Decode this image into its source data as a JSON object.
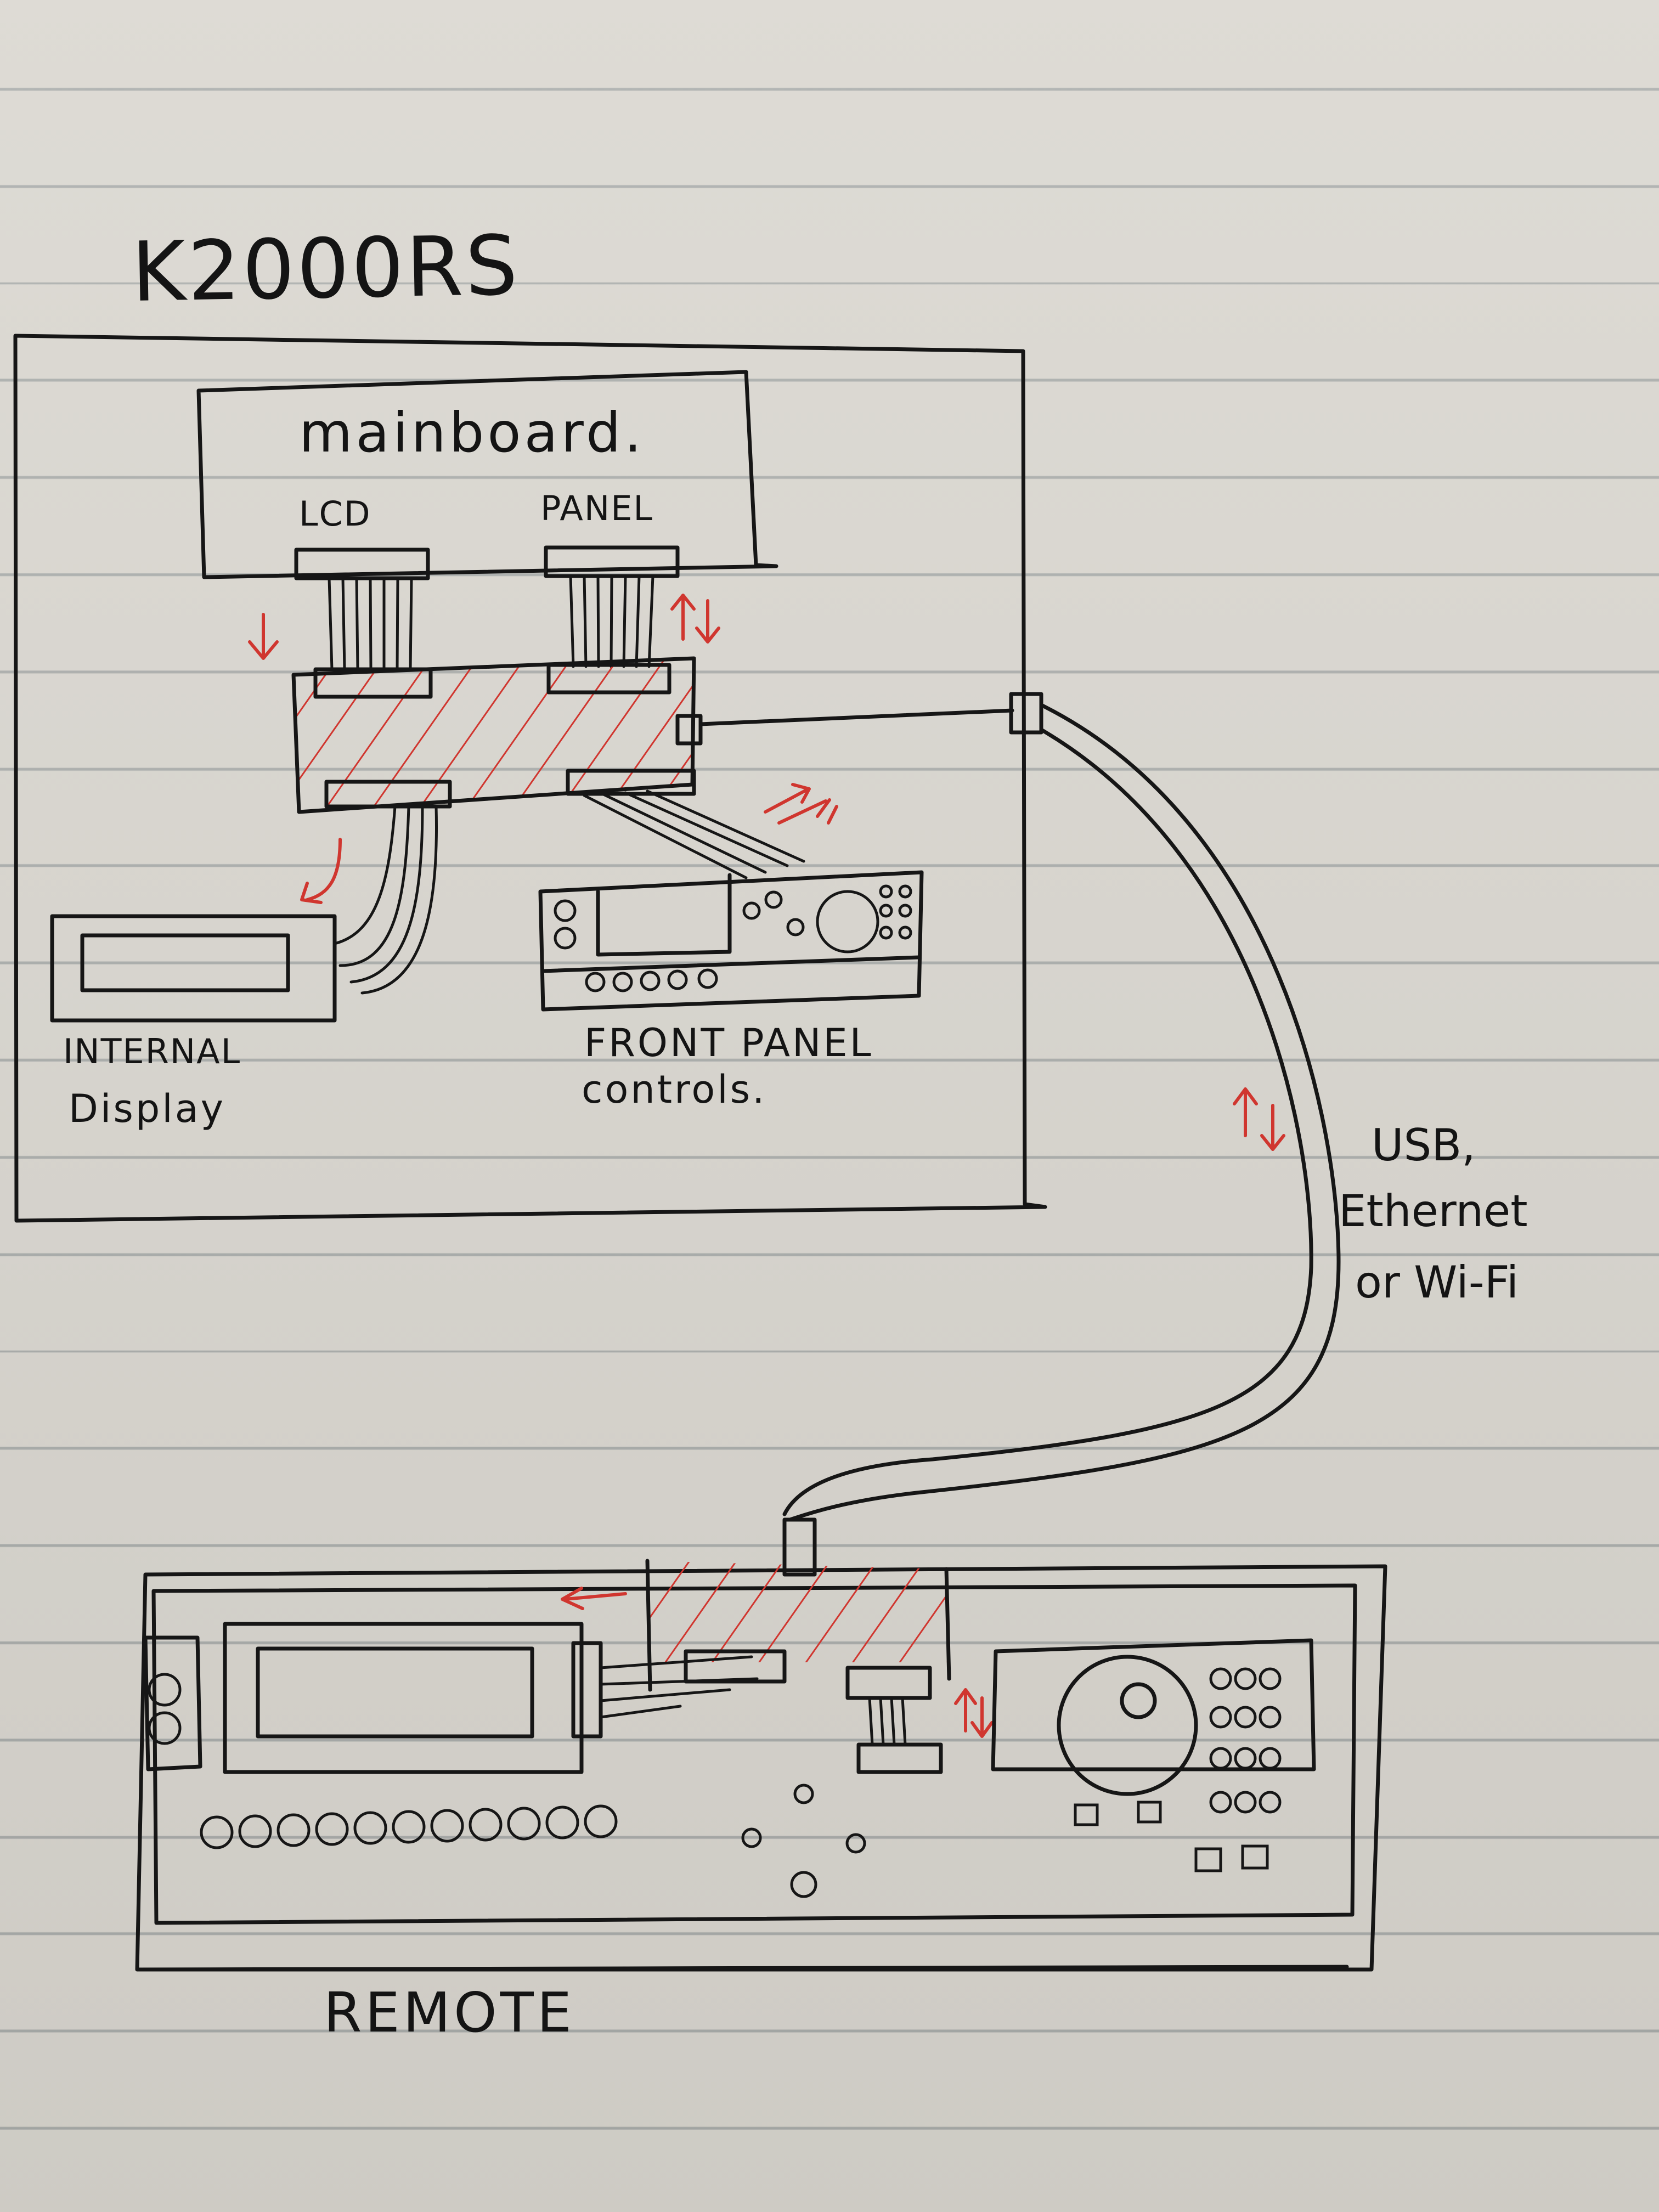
{
  "title": "K2000RS",
  "labels": {
    "mainboard": "mainboard.",
    "lcd": "LCD",
    "panel": "PANEL",
    "internal_line1": "INTERNAL",
    "internal_line2": "Display",
    "front_line1": "FRONT PANEL",
    "front_line2": "controls.",
    "link_line1": "USB,",
    "link_line2": "Ethernet",
    "link_line3": "or Wi-Fi",
    "remote": "REMOTE"
  },
  "colors": {
    "ink": "#161616",
    "red_arrows": "#d0362f",
    "paper": "#d9d6cf",
    "ruled_lines": "#a9acaa"
  }
}
